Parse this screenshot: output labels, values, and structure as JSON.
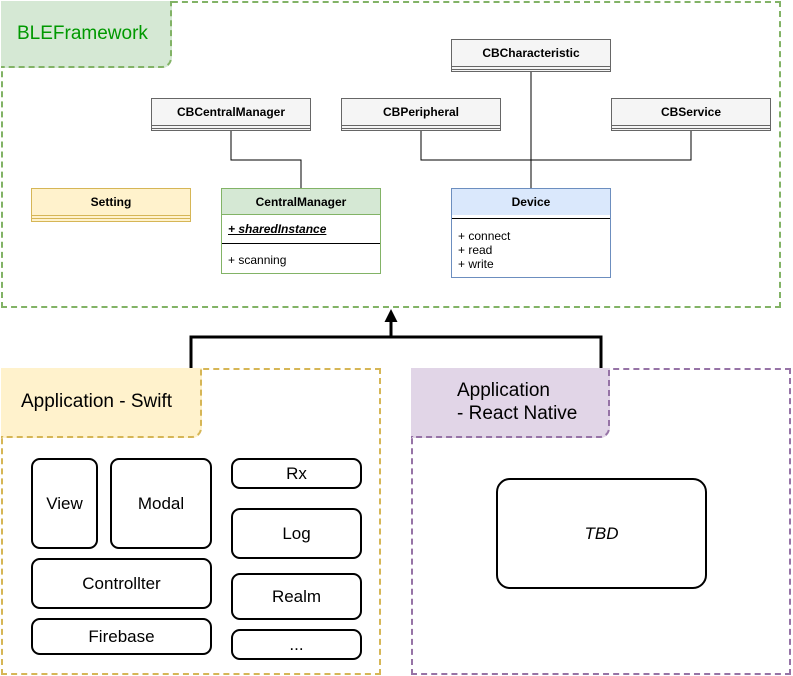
{
  "ble_framework": {
    "title": "BLEFramework",
    "classes": {
      "cb_characteristic": "CBCharacteristic",
      "cb_central_manager": "CBCentralManager",
      "cb_peripheral": "CBPeripheral",
      "cb_service": "CBService",
      "setting": "Setting",
      "central_manager": {
        "name": "CentralManager",
        "static_attr": "+ sharedInstance",
        "method": "+ scanning"
      },
      "device": {
        "name": "Device",
        "methods": [
          "+ connect",
          "+ read",
          "+ write"
        ]
      }
    }
  },
  "app_swift": {
    "title": "Application - Swift",
    "components": {
      "view": "View",
      "modal": "Modal",
      "controller": "Controllter",
      "firebase": "Firebase",
      "rx": "Rx",
      "log": "Log",
      "realm": "Realm",
      "more": "..."
    }
  },
  "app_react_native": {
    "title": "Application\n- React Native",
    "tbd": "TBD"
  },
  "colors": {
    "ble_fill": "#d5e8d4",
    "ble_stroke": "#82b366",
    "swift_fill": "#fff2cc",
    "swift_stroke": "#d6b656",
    "rn_fill": "#e1d5e7",
    "rn_stroke": "#9673a6",
    "central_fill": "#d5e8d4",
    "device_fill": "#dae8fc",
    "device_stroke": "#6c8ebf",
    "cb_fill": "#f5f5f5"
  }
}
